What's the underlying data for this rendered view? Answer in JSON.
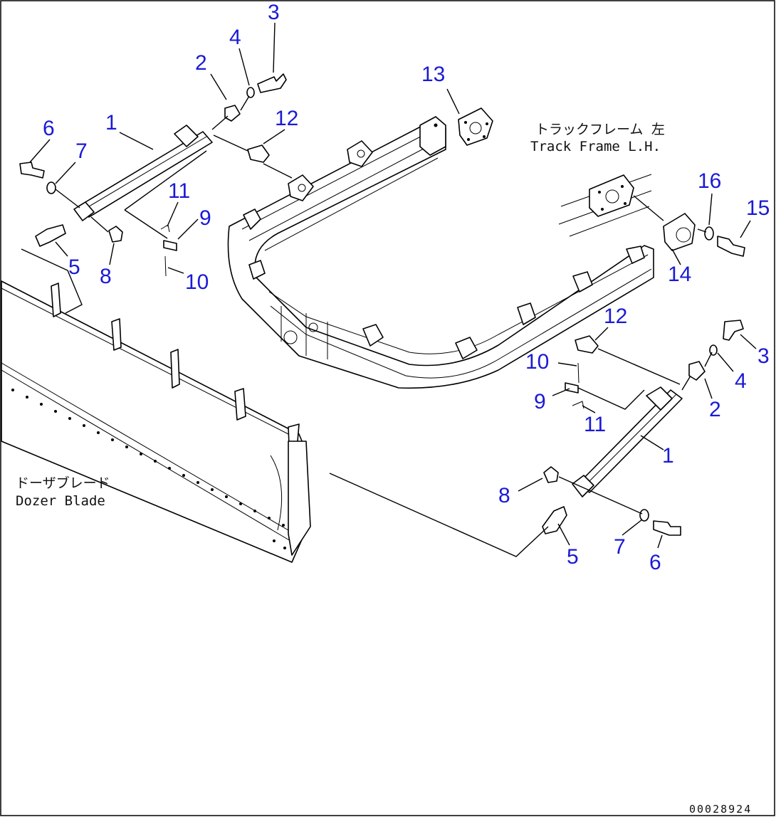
{
  "captions": {
    "track_frame_jp": "トラックフレーム 左",
    "track_frame_en": "Track Frame L.H.",
    "dozer_blade_jp": "ドーザブレード",
    "dozer_blade_en": "Dozer Blade"
  },
  "drawing_number": "00028924",
  "part_labels": {
    "left_1": "1",
    "left_2": "2",
    "left_3": "3",
    "left_4": "4",
    "left_5": "5",
    "left_6": "6",
    "left_7": "7",
    "left_8": "8",
    "left_9": "9",
    "left_10": "10",
    "left_11": "11",
    "left_12": "12",
    "top_13": "13",
    "right_14": "14",
    "right_15": "15",
    "right_16": "16",
    "right_1": "1",
    "right_2": "2",
    "right_3": "3",
    "right_4": "4",
    "right_5": "5",
    "right_6": "6",
    "right_7": "7",
    "right_8": "8",
    "right_9": "9",
    "right_10": "10",
    "right_11": "11",
    "right_12": "12"
  },
  "colors": {
    "label": "#1a1ad6",
    "line": "#000000",
    "background": "#ffffff"
  }
}
